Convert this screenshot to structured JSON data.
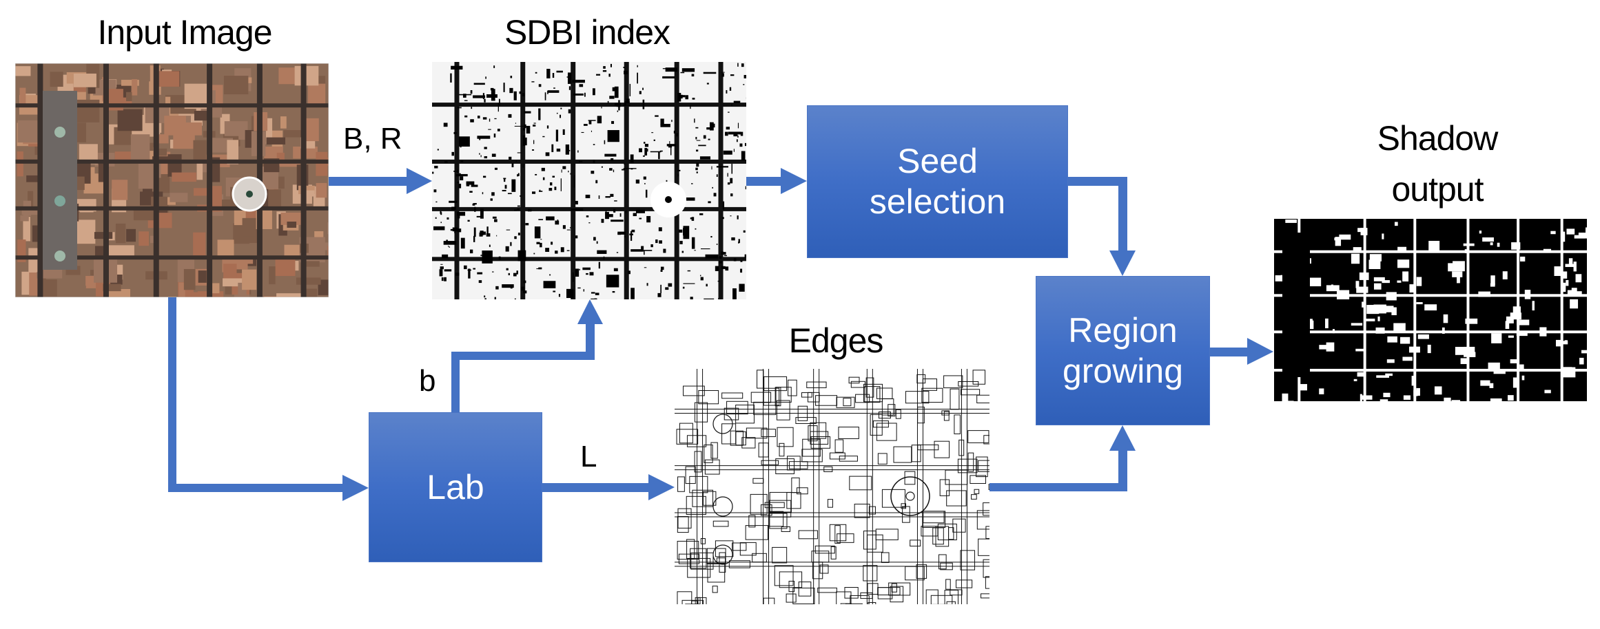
{
  "diagram": {
    "accent_color": "#4472c4",
    "titles": {
      "input_image": "Input Image",
      "sdbi_index": "SDBI index",
      "edges": "Edges",
      "shadow_output_line1": "Shadow",
      "shadow_output_line2": "output"
    },
    "edge_labels": {
      "input_to_sdbi": "B, R",
      "lab_to_sdbi": "b",
      "lab_to_edges": "L"
    },
    "process_boxes": {
      "lab": {
        "label": "Lab"
      },
      "seed_selection": {
        "line1": "Seed",
        "line2": "selection"
      },
      "region_growing": {
        "line1": "Region",
        "line2": "growing"
      }
    },
    "images": {
      "input_image": "aerial-city-photo",
      "sdbi_index": "binary-shadow-index-map",
      "edges": "edge-map",
      "shadow_output": "binary-shadow-mask"
    },
    "flows": [
      {
        "from": "Input Image",
        "to": "SDBI index",
        "label": "B, R"
      },
      {
        "from": "Input Image",
        "to": "Lab",
        "label": ""
      },
      {
        "from": "Lab",
        "to": "SDBI index",
        "label": "b"
      },
      {
        "from": "Lab",
        "to": "Edges",
        "label": "L"
      },
      {
        "from": "SDBI index",
        "to": "Seed selection",
        "label": ""
      },
      {
        "from": "Seed selection",
        "to": "Region growing",
        "label": ""
      },
      {
        "from": "Edges",
        "to": "Region growing",
        "label": ""
      },
      {
        "from": "Region growing",
        "to": "Shadow output",
        "label": ""
      }
    ]
  }
}
